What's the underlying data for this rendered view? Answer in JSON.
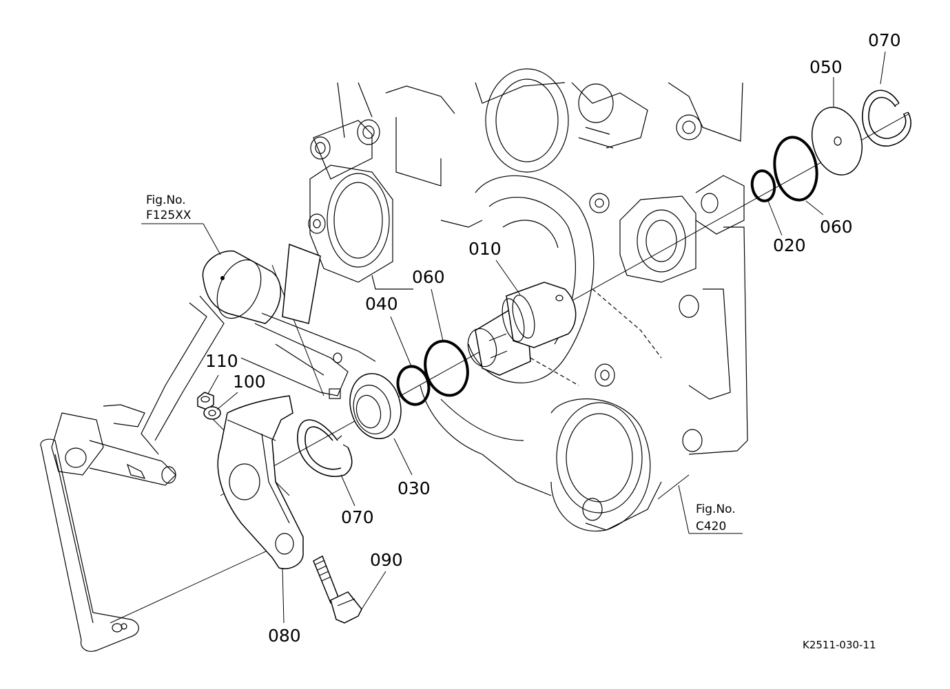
{
  "labels": {
    "p010": "010",
    "p020": "020",
    "p030": "030",
    "p040": "040",
    "p050": "050",
    "p060_front": "060",
    "p060_rear": "060",
    "p070_top": "070",
    "p070_bottom": "070",
    "p080": "080",
    "p090": "090",
    "p100": "100",
    "p110": "110"
  },
  "references": {
    "left": {
      "line1": "Fig.No.",
      "line2": "F125XX"
    },
    "right": {
      "line1": "Fig.No.",
      "line2": "C420"
    }
  },
  "drawing_code": "K2511-030-11"
}
